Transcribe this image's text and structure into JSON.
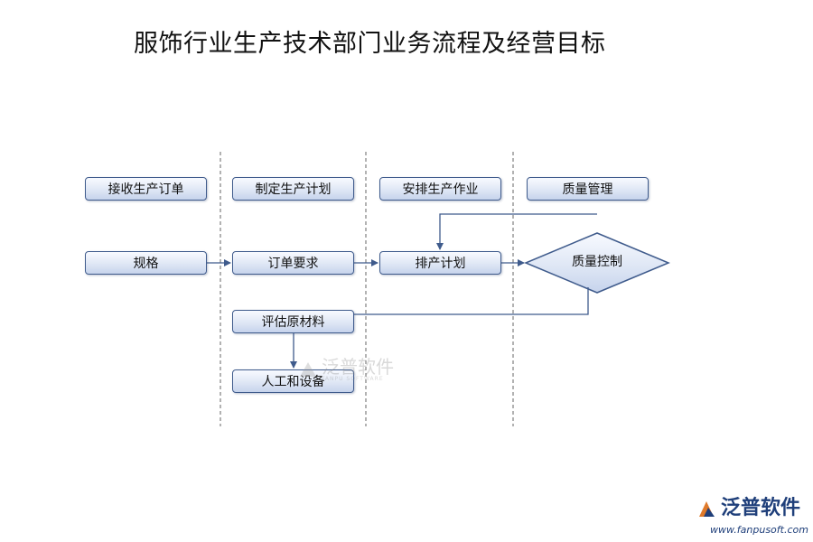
{
  "title": "服饰行业生产技术部门业务流程及经营目标",
  "headers": [
    "接收生产订单",
    "制定生产计划",
    "安排生产作业",
    "质量管理"
  ],
  "nodes": {
    "spec": "规格",
    "order_req": "订单要求",
    "schedule": "排产计划",
    "quality_control": "质量控制",
    "eval_material": "评估原材料",
    "labor_equipment": "人工和设备"
  },
  "watermark": {
    "text": "泛普软件",
    "subtext": "FANPU SOFTWARE"
  },
  "logo": {
    "name": "泛普软件",
    "url": "www.fanpusoft.com"
  }
}
